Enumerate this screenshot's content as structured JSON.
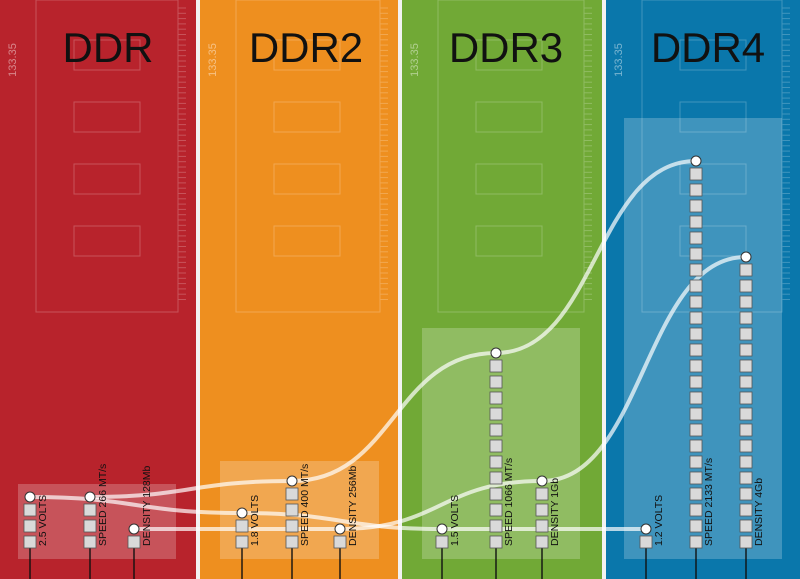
{
  "chart_data": {
    "type": "table",
    "title": "",
    "columns": [
      {
        "label": "DDR",
        "color": "#b8232c",
        "volts": "2.5 VOLTS",
        "speed": "SPEED 266 MT/s",
        "density": "DENSITY 128Mb",
        "volts_value": 2.5,
        "speed_value": 266,
        "density_value": "128Mb",
        "volt_boxes": 3,
        "speed_boxes": 3,
        "density_boxes": 1
      },
      {
        "label": "DDR2",
        "color": "#ee8f1f",
        "volts": "1.8 VOLTS",
        "speed": "SPEED 400 MT/s",
        "density": "DENSITY 256Mb",
        "volts_value": 1.8,
        "speed_value": 400,
        "density_value": "256Mb",
        "volt_boxes": 2,
        "speed_boxes": 4,
        "density_boxes": 1
      },
      {
        "label": "DDR3",
        "color": "#71a936",
        "volts": "1.5 VOLTS",
        "speed": "SPEED 1066 MT/s",
        "density": "DENSITY 1Gb",
        "volts_value": 1.5,
        "speed_value": 1066,
        "density_value": "1Gb",
        "volt_boxes": 1,
        "speed_boxes": 12,
        "density_boxes": 4
      },
      {
        "label": "DDR4",
        "color": "#0a77ab",
        "volts": "1.2 VOLTS",
        "speed": "SPEED 2133 MT/s",
        "density": "DENSITY 4Gb",
        "volts_value": 1.2,
        "speed_value": 2133,
        "density_value": "4Gb",
        "volt_boxes": 1,
        "speed_boxes": 24,
        "density_boxes": 18
      }
    ],
    "chip_label": "133.35"
  }
}
